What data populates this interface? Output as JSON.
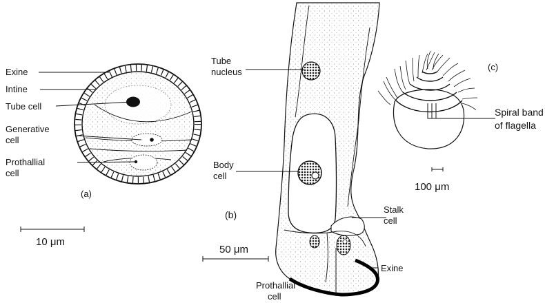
{
  "panel_a": {
    "tag": "(a)",
    "labels": {
      "exine": "Exine",
      "intine": "Intine",
      "tube_cell": "Tube cell",
      "generative_1": "Generative",
      "generative_2": "cell",
      "prothallial_1": "Prothallial",
      "prothallial_2": "cell"
    },
    "scale": "10 μm"
  },
  "panel_b": {
    "tag": "(b)",
    "labels": {
      "tube_nucleus_1": "Tube",
      "tube_nucleus_2": "nucleus",
      "body_cell_1": "Body",
      "body_cell_2": "cell",
      "stalk_cell_1": "Stalk",
      "stalk_cell_2": "cell",
      "exine": "Exine",
      "prothallial_1": "Prothallial",
      "prothallial_2": "cell"
    },
    "scale": "50 μm"
  },
  "panel_c": {
    "tag": "(c)",
    "labels": {
      "spiral_1": "Spiral band",
      "spiral_2": "of flagella"
    },
    "scale": "100 μm"
  }
}
